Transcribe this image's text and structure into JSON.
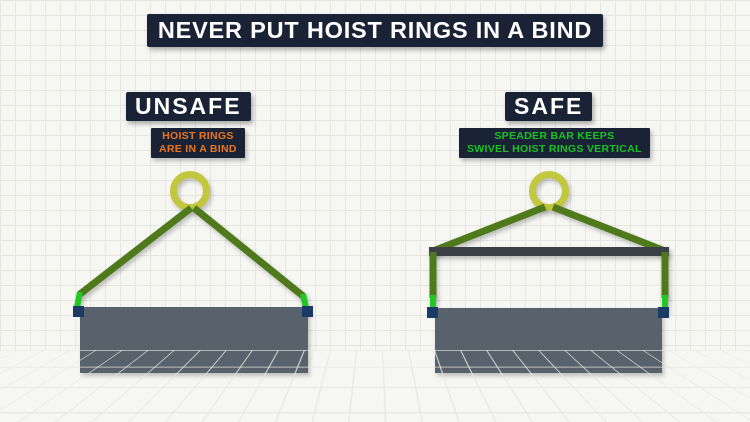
{
  "title": {
    "text": "NEVER PUT HOIST RINGS IN A BIND"
  },
  "panels": {
    "unsafe": {
      "heading": "UNSAFE",
      "caption_lines": [
        "HOIST RINGS",
        "ARE IN A BIND"
      ]
    },
    "safe": {
      "heading": "SAFE",
      "caption_lines": [
        "SPEADER BAR KEEPS",
        "SWIVEL HOIST RINGS VERTICAL"
      ]
    }
  },
  "diagram": {
    "unsafe_parts": [
      "master-ring-icon",
      "sling-leg-left",
      "sling-leg-right",
      "hoist-ring-left-tilted",
      "hoist-ring-right-tilted",
      "load-block",
      "mount-left",
      "mount-right"
    ],
    "safe_parts": [
      "master-ring-icon",
      "sling-leg-left",
      "sling-leg-right",
      "spreader-bar",
      "vertical-sling-left",
      "vertical-sling-right",
      "hoist-ring-left-vertical",
      "hoist-ring-right-vertical",
      "load-block",
      "mount-left",
      "mount-right"
    ]
  },
  "colors": {
    "panel_navy": "#1a2336",
    "title_text": "#ffffff",
    "unsafe_accent": "#e8761f",
    "safe_accent": "#17c423",
    "ring_yellow": "#c2c83e",
    "sling_green": "#4f7a1c",
    "swivel_green": "#1fc921",
    "mount_navy": "#1b3a66",
    "load_gray": "#57626c",
    "spreader_gray": "#3a4046",
    "wall_bg": "#f6f6f3",
    "grid_line": "#e6e6e1"
  }
}
